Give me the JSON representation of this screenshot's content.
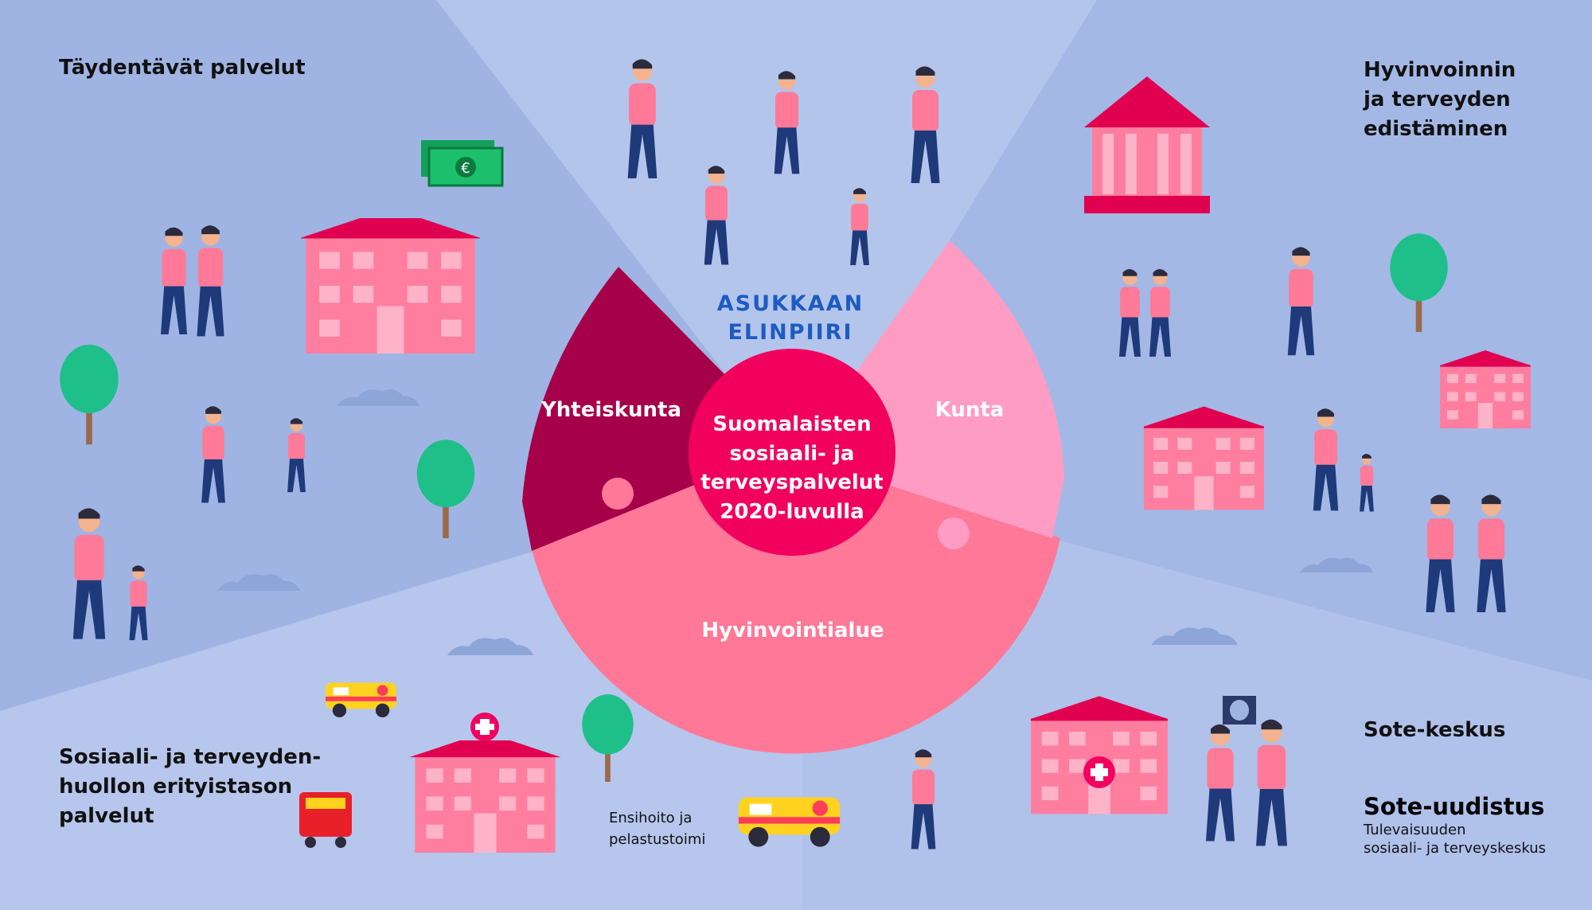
{
  "corners": {
    "top_left": "Täydentävät palvelut",
    "top_right": [
      "Hyvinvoinnin",
      "ja terveyden",
      "edistäminen"
    ],
    "bottom_left": [
      "Sosiaali- ja terveyden-",
      "huollon erityistason",
      "palvelut"
    ],
    "bottom_right": "Sote-keskus"
  },
  "circle": {
    "heading": [
      "ASUKKAAN",
      "ELINPIIRI"
    ],
    "segments": {
      "left": "Yhteiskunta",
      "right": "Kunta",
      "bottom": "Hyvinvointialue"
    },
    "center": [
      "Suomalaisten",
      "sosiaali- ja",
      "terveyspalvelut",
      "2020-luvulla"
    ]
  },
  "ambulance_label": [
    "Ensihoito ja",
    "pelastustoimi"
  ],
  "brand": {
    "title": "Sote-uudistus",
    "subtitle": [
      "Tulevaisuuden",
      "sosiaali- ja terveyskeskus"
    ]
  },
  "colors": {
    "background": "#a7bbe6",
    "wine": "#a6004a",
    "light_pink": "#ff9cc4",
    "mid_pink": "#ff7898",
    "center": "#f2005e",
    "building": "#ff7ea0",
    "tree": "#1fbf8a",
    "heading_blue": "#1c5cc2"
  }
}
